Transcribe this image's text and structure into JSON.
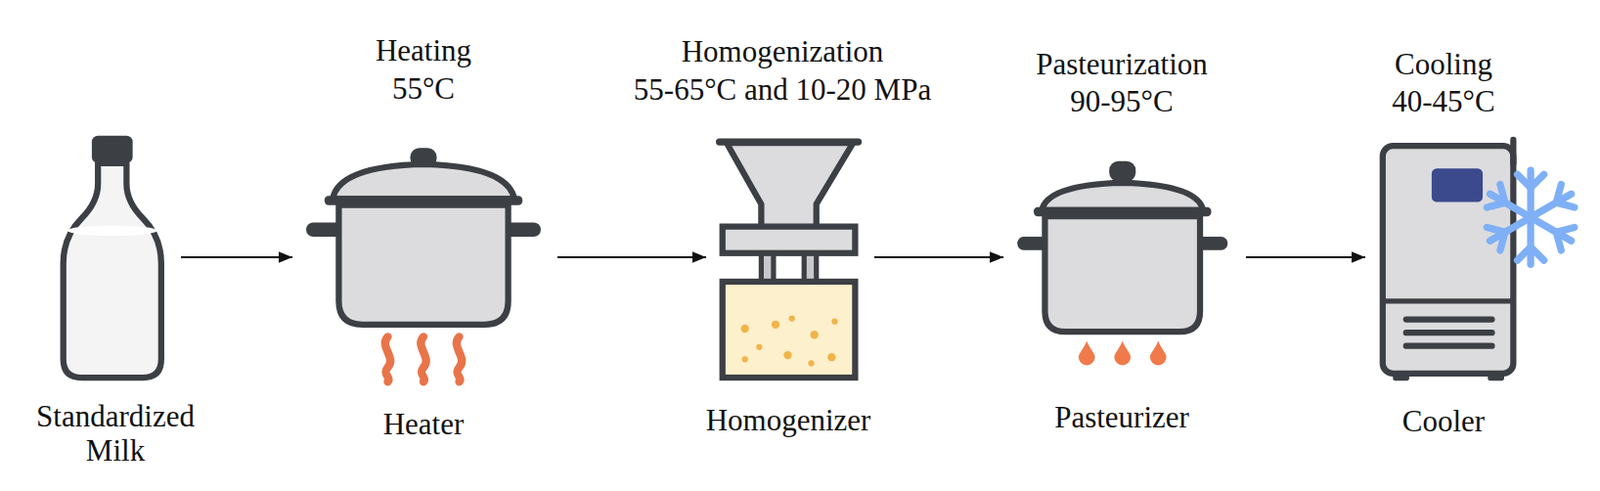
{
  "diagram": {
    "nodes": [
      {
        "text": [
          "Standardized Milk"
        ]
      },
      {
        "text": [
          "Heating",
          "55°C",
          "Heater"
        ]
      },
      {
        "text": [
          "Homogenization",
          "55-65°C and 10-20 MPa",
          "Homogenizer"
        ]
      },
      {
        "text": [
          "Pasteurization",
          "90-95°C",
          "Pasteurizer"
        ]
      },
      {
        "text": [
          "Cooling",
          "40-45°C",
          "Cooler"
        ]
      }
    ],
    "edges": [
      {
        "from": 0,
        "to": 1,
        "arrow": "to"
      },
      {
        "from": 1,
        "to": 2,
        "arrow": "to"
      },
      {
        "from": 2,
        "to": 3,
        "arrow": "to"
      },
      {
        "from": 3,
        "to": 4,
        "arrow": "to"
      }
    ]
  }
}
